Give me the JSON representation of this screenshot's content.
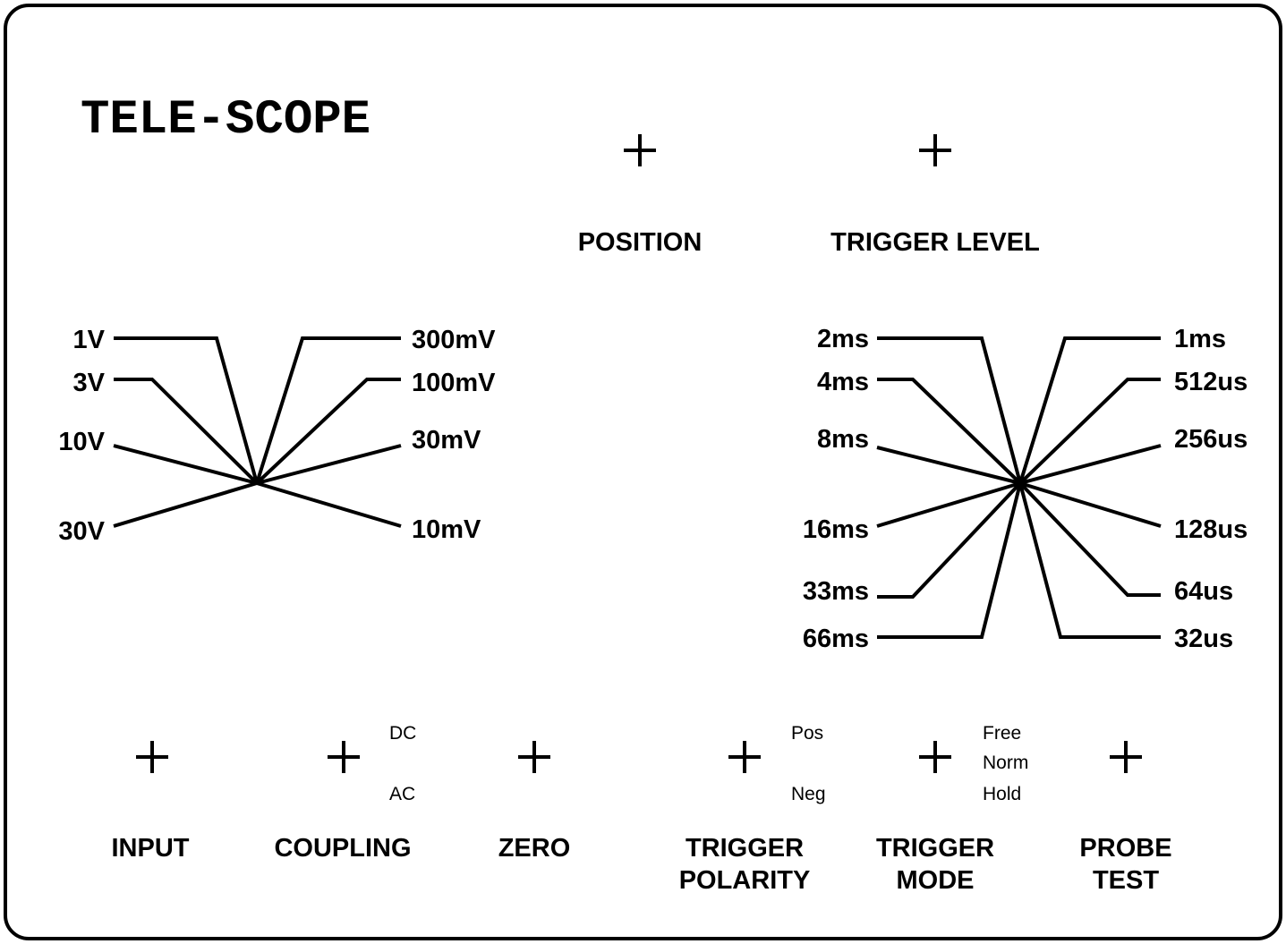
{
  "title": "TELE-SCOPE",
  "top_controls": [
    {
      "label": "POSITION"
    },
    {
      "label": "TRIGGER LEVEL"
    }
  ],
  "volts_dial": {
    "left": [
      "1V",
      "3V",
      "10V",
      "30V"
    ],
    "right": [
      "300mV",
      "100mV",
      "30mV",
      "10mV"
    ]
  },
  "time_dial": {
    "left": [
      "2ms",
      "4ms",
      "8ms",
      "16ms",
      "33ms",
      "66ms"
    ],
    "right": [
      "1ms",
      "512us",
      "256us",
      "128us",
      "64us",
      "32us"
    ]
  },
  "bottom_controls": [
    {
      "label1": "INPUT"
    },
    {
      "label1": "COUPLING",
      "options": [
        "DC",
        "AC"
      ]
    },
    {
      "label1": "ZERO"
    },
    {
      "label1": "TRIGGER",
      "label2": "POLARITY",
      "options": [
        "Pos",
        "Neg"
      ]
    },
    {
      "label1": "TRIGGER",
      "label2": "MODE",
      "options": [
        "Free",
        "Norm",
        "Hold"
      ]
    },
    {
      "label1": "PROBE",
      "label2": "TEST"
    }
  ]
}
